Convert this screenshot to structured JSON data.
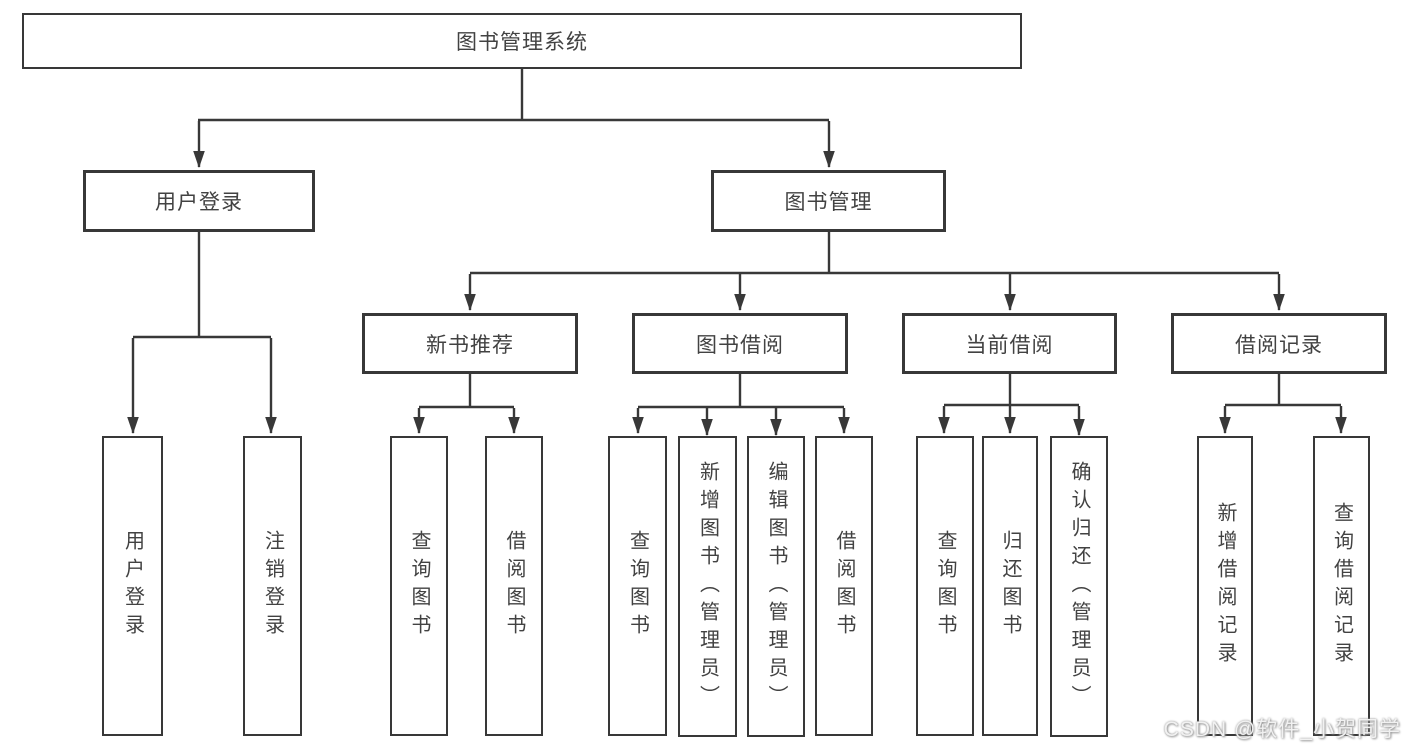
{
  "diagram": {
    "tree": {
      "root": {
        "label": "图书管理系统"
      },
      "branches": [
        {
          "label": "用户登录",
          "children": [
            {
              "label": "用户登录"
            },
            {
              "label": "注销登录"
            }
          ]
        },
        {
          "label": "图书管理",
          "children": [
            {
              "label": "新书推荐",
              "children": [
                {
                  "label": "查询图书"
                },
                {
                  "label": "借阅图书"
                }
              ]
            },
            {
              "label": "图书借阅",
              "children": [
                {
                  "label": "查询图书"
                },
                {
                  "label": "新增图书（管理员）"
                },
                {
                  "label": "编辑图书（管理员）"
                },
                {
                  "label": "借阅图书"
                }
              ]
            },
            {
              "label": "当前借阅",
              "children": [
                {
                  "label": "查询图书"
                },
                {
                  "label": "归还图书"
                },
                {
                  "label": "确认归还（管理员）"
                }
              ]
            },
            {
              "label": "借阅记录",
              "children": [
                {
                  "label": "新增借阅记录"
                },
                {
                  "label": "查询借阅记录"
                }
              ]
            }
          ]
        }
      ]
    }
  },
  "watermark": {
    "text": "CSDN @软件_小贺同学"
  },
  "colors": {
    "line": "#383838",
    "box_border": "#383838",
    "text": "#424242",
    "background": "#ffffff",
    "watermark_text": "#f1f1f1"
  }
}
